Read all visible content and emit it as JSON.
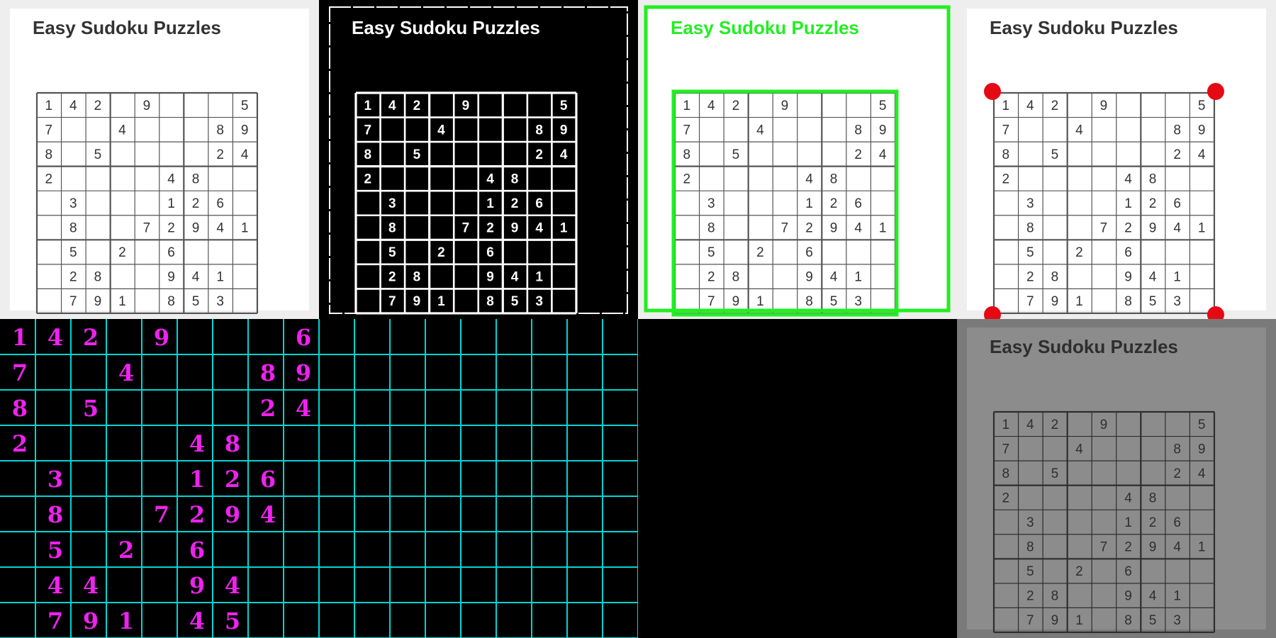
{
  "title": "Easy Sudoku Puzzles",
  "colors": {
    "page_bg": "#eeeeee",
    "paper": "#ffffff",
    "grid_line": "#555555",
    "digit": "#333333",
    "threshold_bg": "#000000",
    "threshold_fg": "#ffffff",
    "contour": "#22ee22",
    "corner_marker": "#e50914",
    "warped_grid": "#00d4d4",
    "warped_digit": "#ee22ee",
    "blank_panel": "#000000",
    "dim_paper": "#8c8c8c",
    "dim_line": "#2e2e2e"
  },
  "puzzle": [
    [
      "1",
      "4",
      "2",
      "",
      "9",
      "",
      "",
      "",
      "5"
    ],
    [
      "7",
      "",
      "",
      "4",
      "",
      "",
      "",
      "8",
      "9"
    ],
    [
      "8",
      "",
      "5",
      "",
      "",
      "",
      "",
      "2",
      "4"
    ],
    [
      "2",
      "",
      "",
      "",
      "",
      "4",
      "8",
      "",
      ""
    ],
    [
      "",
      "3",
      "",
      "",
      "",
      "1",
      "2",
      "6",
      ""
    ],
    [
      "",
      "8",
      "",
      "",
      "7",
      "2",
      "9",
      "4",
      "1"
    ],
    [
      "",
      "5",
      "",
      "2",
      "",
      "6",
      "",
      "",
      ""
    ],
    [
      "",
      "2",
      "8",
      "",
      "",
      "9",
      "4",
      "1",
      ""
    ],
    [
      "",
      "7",
      "9",
      "1",
      "",
      "8",
      "5",
      "3",
      ""
    ]
  ],
  "recognized": [
    [
      "1",
      "4",
      "2",
      "",
      "9",
      "",
      "",
      "",
      "6"
    ],
    [
      "7",
      "",
      "",
      "4",
      "",
      "",
      "",
      "8",
      "9"
    ],
    [
      "8",
      "",
      "5",
      "",
      "",
      "",
      "",
      "2",
      "4"
    ],
    [
      "2",
      "",
      "",
      "",
      "",
      "4",
      "8",
      "",
      ""
    ],
    [
      "",
      "3",
      "",
      "",
      "",
      "1",
      "2",
      "6",
      ""
    ],
    [
      "",
      "8",
      "",
      "",
      "7",
      "2",
      "9",
      "4",
      ""
    ],
    [
      "",
      "5",
      "",
      "2",
      "",
      "6",
      "",
      "",
      ""
    ],
    [
      "",
      "4",
      "4",
      "",
      "",
      "9",
      "4",
      "",
      ""
    ],
    [
      "",
      "7",
      "9",
      "1",
      "",
      "4",
      "5",
      "",
      ""
    ]
  ]
}
